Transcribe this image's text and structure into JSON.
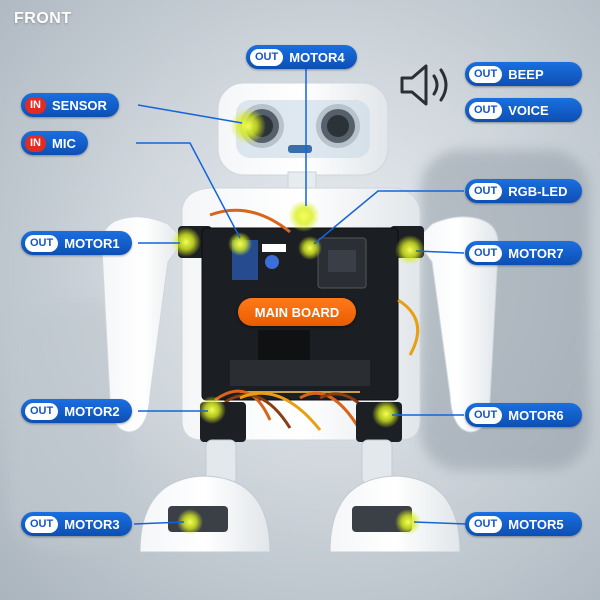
{
  "title": "FRONT",
  "main_board": "MAIN BOARD",
  "labels": {
    "sensor": {
      "dir": "IN",
      "name": "SENSOR"
    },
    "mic": {
      "dir": "IN",
      "name": "MIC"
    },
    "motor4": {
      "dir": "OUT",
      "name": "MOTOR4"
    },
    "beep": {
      "dir": "OUT",
      "name": "BEEP"
    },
    "voice": {
      "dir": "OUT",
      "name": "VOICE"
    },
    "rgb_led": {
      "dir": "OUT",
      "name": "RGB-LED"
    },
    "motor1": {
      "dir": "OUT",
      "name": "MOTOR1"
    },
    "motor7": {
      "dir": "OUT",
      "name": "MOTOR7"
    },
    "motor2": {
      "dir": "OUT",
      "name": "MOTOR2"
    },
    "motor6": {
      "dir": "OUT",
      "name": "MOTOR6"
    },
    "motor3": {
      "dir": "OUT",
      "name": "MOTOR3"
    },
    "motor5": {
      "dir": "OUT",
      "name": "MOTOR5"
    }
  },
  "colors": {
    "label_blue": "#1565d8",
    "in_red": "#e32b22",
    "board_orange": "#f26a0a",
    "highlight": "#f2ff3a"
  },
  "icons": {
    "speaker": "speaker-sound-icon"
  }
}
